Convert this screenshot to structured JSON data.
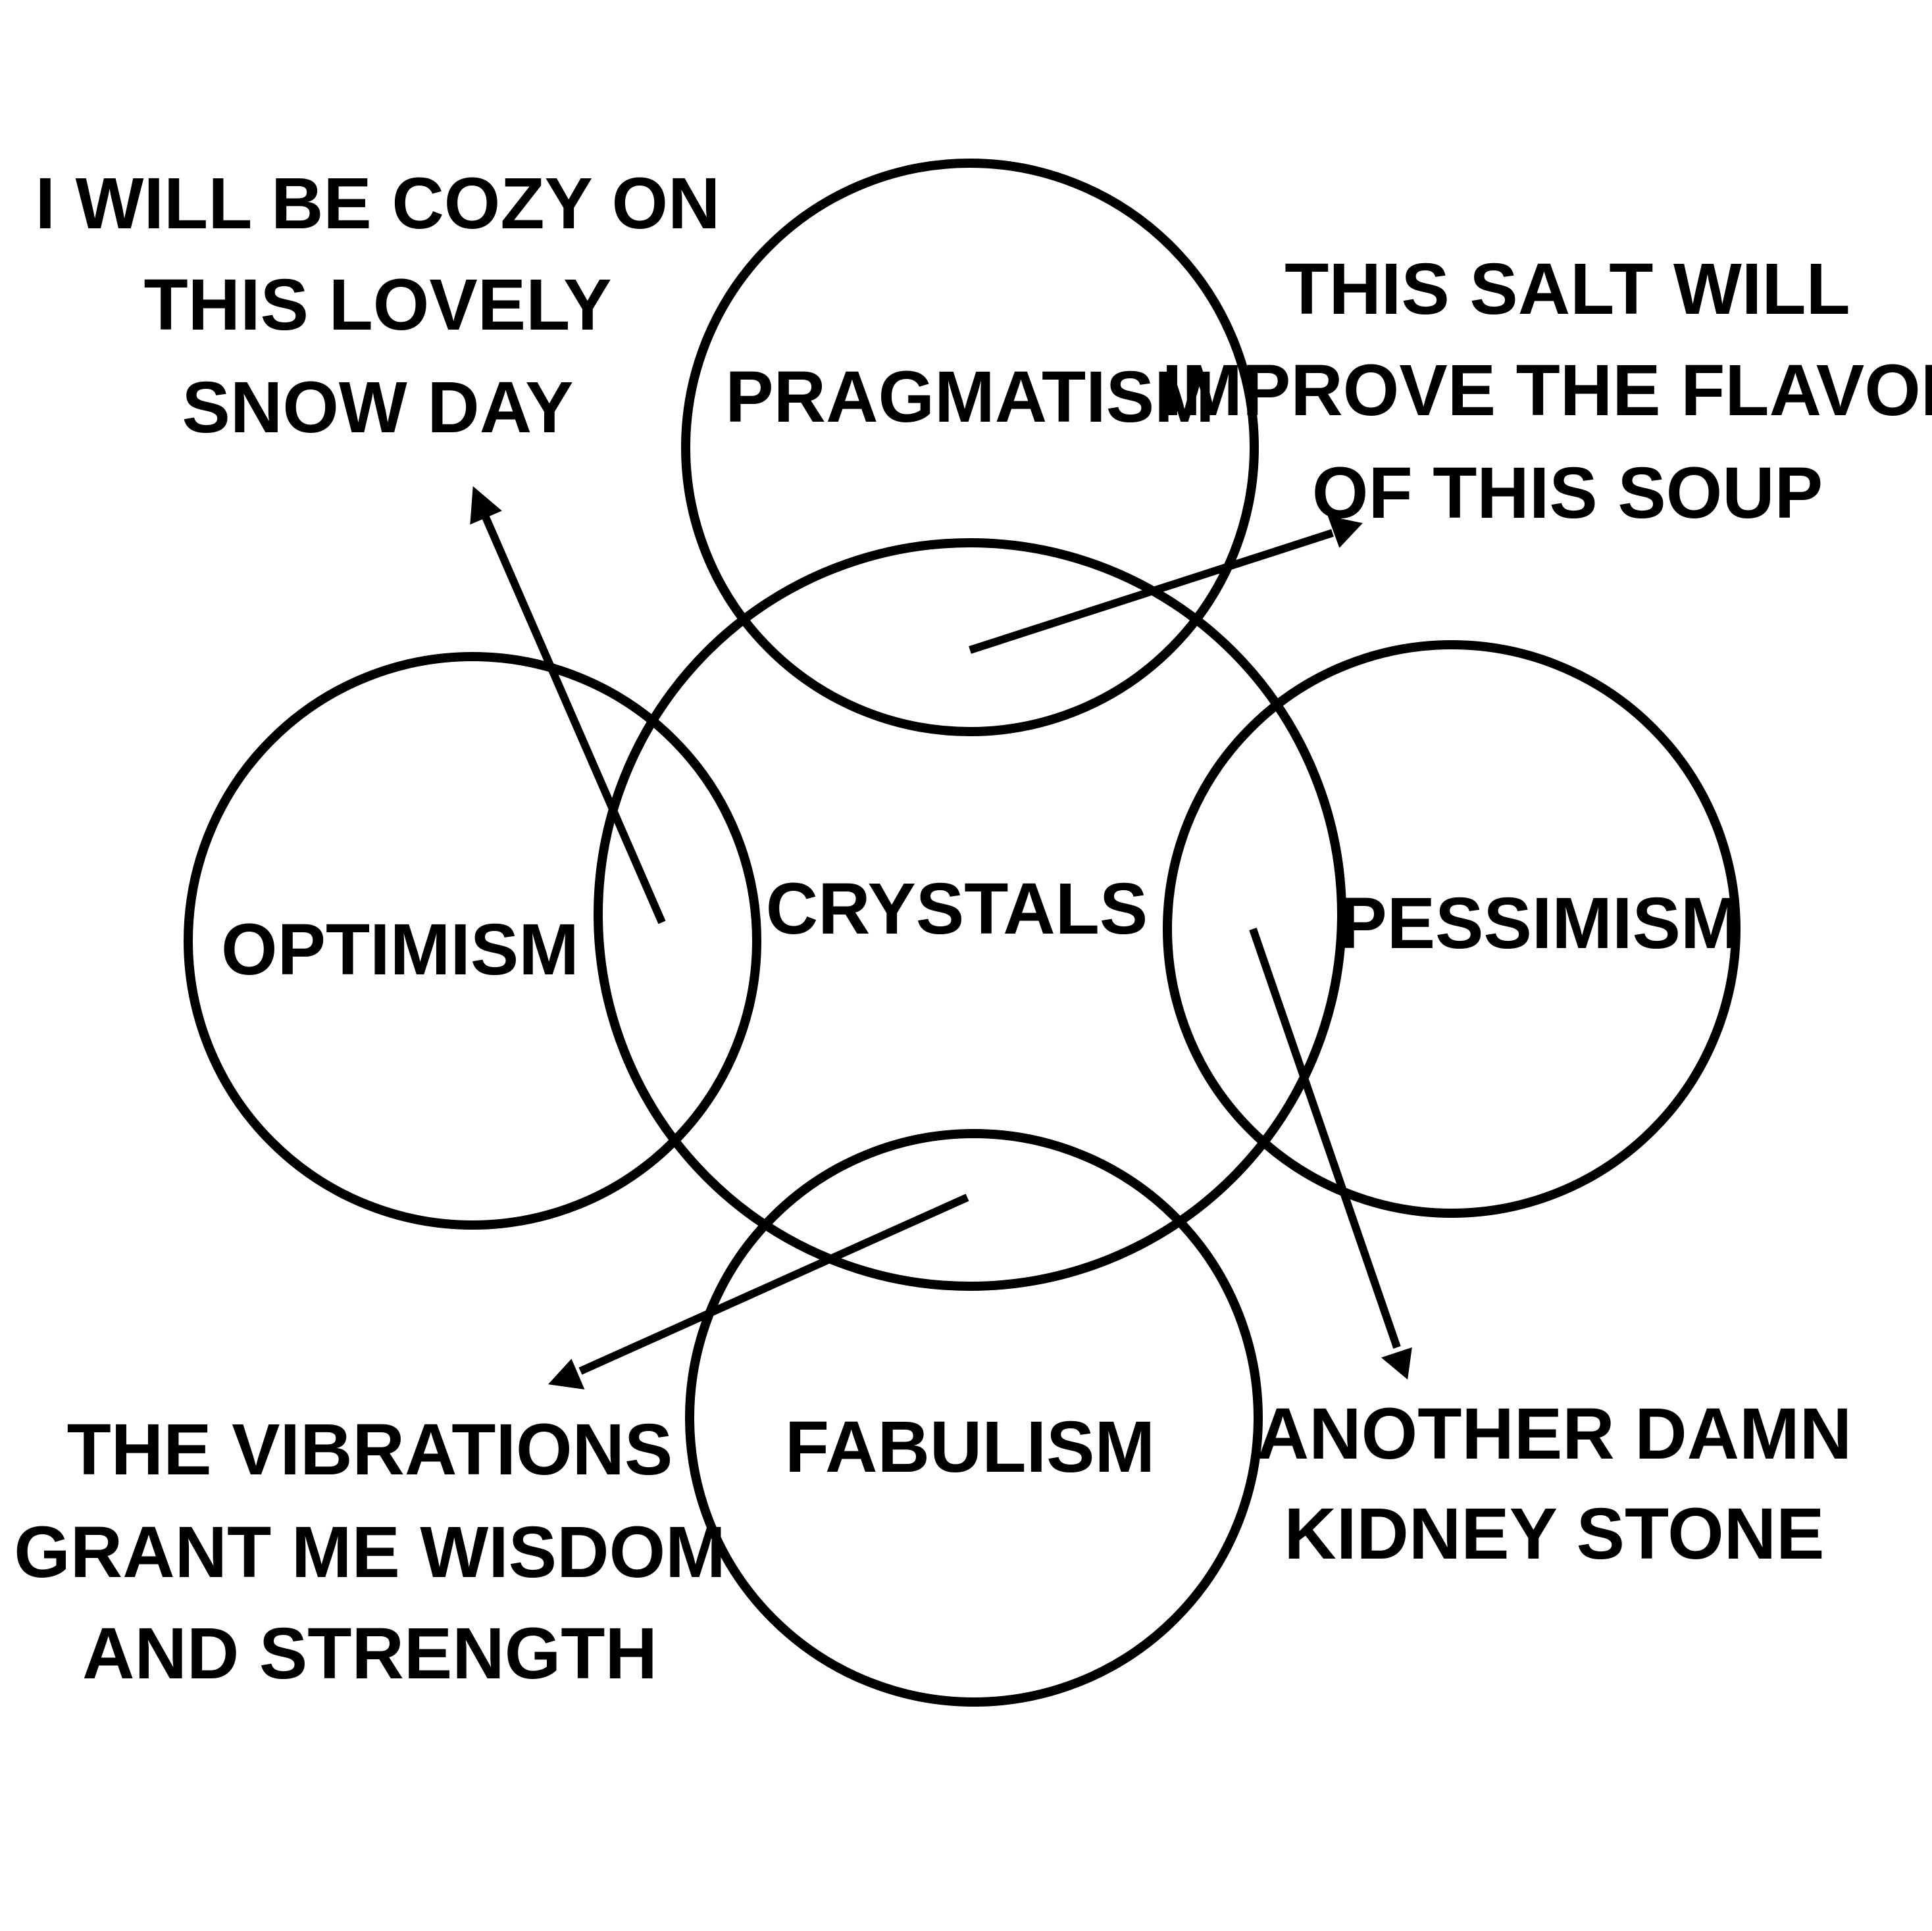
{
  "diagram": {
    "center": {
      "label": "CRYSTALS"
    },
    "petals": {
      "top": {
        "label": "PRAGMATISM"
      },
      "left": {
        "label": "OPTIMISM"
      },
      "right": {
        "label": "PESSIMISM"
      },
      "bottom": {
        "label": "FABULISM"
      }
    },
    "notes": {
      "optimism": [
        "I WILL BE COZY ON",
        "THIS LOVELY",
        "SNOW DAY"
      ],
      "pragmatism": [
        "THIS SALT WILL",
        "IMPROVE THE FLAVOR",
        "OF THIS SOUP"
      ],
      "fabulism": [
        "THE VIBRATIONS",
        "GRANT ME WISDOM",
        "AND STRENGTH"
      ],
      "pessimism": [
        "ANOTHER DAMN",
        "KIDNEY STONE"
      ]
    },
    "colors": {
      "stroke": "#000000",
      "background": "#ffffff"
    }
  }
}
